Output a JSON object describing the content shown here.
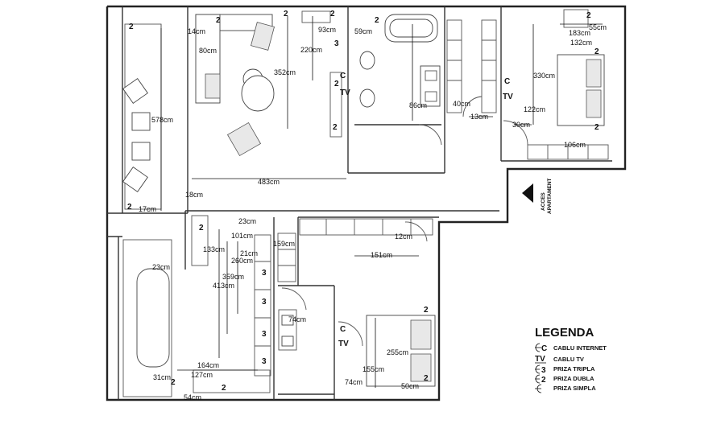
{
  "legend": {
    "title": "LEGENDA",
    "items": [
      {
        "symbol": "C",
        "label": "CABLU INTERNET"
      },
      {
        "symbol": "TV",
        "label": "CABLU TV"
      },
      {
        "symbol": "3",
        "label": "PRIZA TRIPLA"
      },
      {
        "symbol": "2",
        "label": "PRIZA DUBLA"
      },
      {
        "symbol": "",
        "label": "PRIZA SIMPLA"
      }
    ]
  },
  "access": {
    "line1": "ACCES",
    "line2": "APARTAMENT"
  },
  "dimensions": [
    "14cm",
    "80cm",
    "93cm",
    "220cm",
    "352cm",
    "59cm",
    "183cm",
    "132cm",
    "55cm",
    "330cm",
    "122cm",
    "30cm",
    "106cm",
    "86cm",
    "40cm",
    "13cm",
    "578cm",
    "483cm",
    "18cm",
    "17cm",
    "101cm",
    "23cm",
    "133cm",
    "260cm",
    "21cm",
    "159cm",
    "12cm",
    "151cm",
    "359cm",
    "413cm",
    "23cm",
    "74cm",
    "255cm",
    "155cm",
    "164cm",
    "31cm",
    "127cm",
    "54cm",
    "74cm",
    "50cm"
  ],
  "sockets": {
    "double": "2",
    "triple": "3",
    "internet": "C",
    "tv": "TV"
  }
}
